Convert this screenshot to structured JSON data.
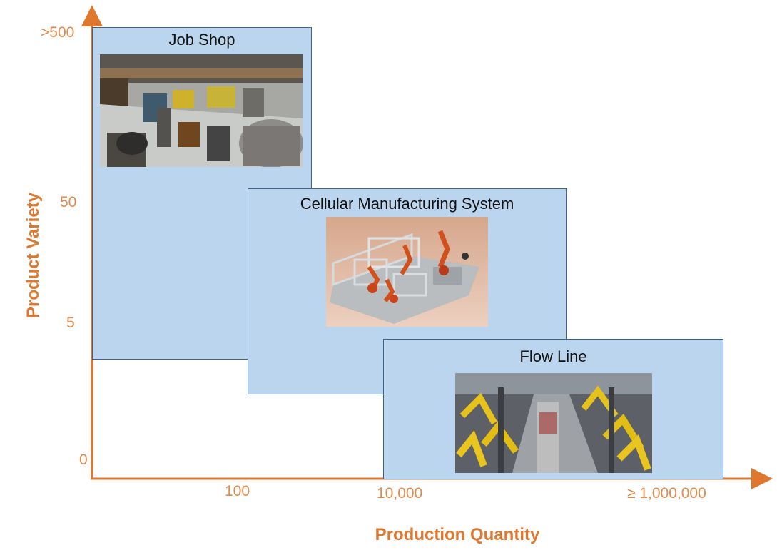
{
  "axes": {
    "y_title": "Product Variety",
    "x_title": "Production Quantity",
    "y_ticks": [
      ">500",
      "50",
      "5",
      "0"
    ],
    "x_ticks": [
      "100",
      "10,000",
      "≥ 1,000,000"
    ],
    "color": "#e0772f"
  },
  "regions": [
    {
      "label": "Job Shop",
      "image": "job-shop-factory-floor-photo"
    },
    {
      "label": "Cellular Manufacturing System",
      "image": "robotic-cell-photo"
    },
    {
      "label": "Flow Line",
      "image": "automotive-assembly-line-photo"
    }
  ],
  "colors": {
    "region_fill": "#bcd5ee",
    "region_border": "#3d6389",
    "axis": "#e0772f"
  }
}
